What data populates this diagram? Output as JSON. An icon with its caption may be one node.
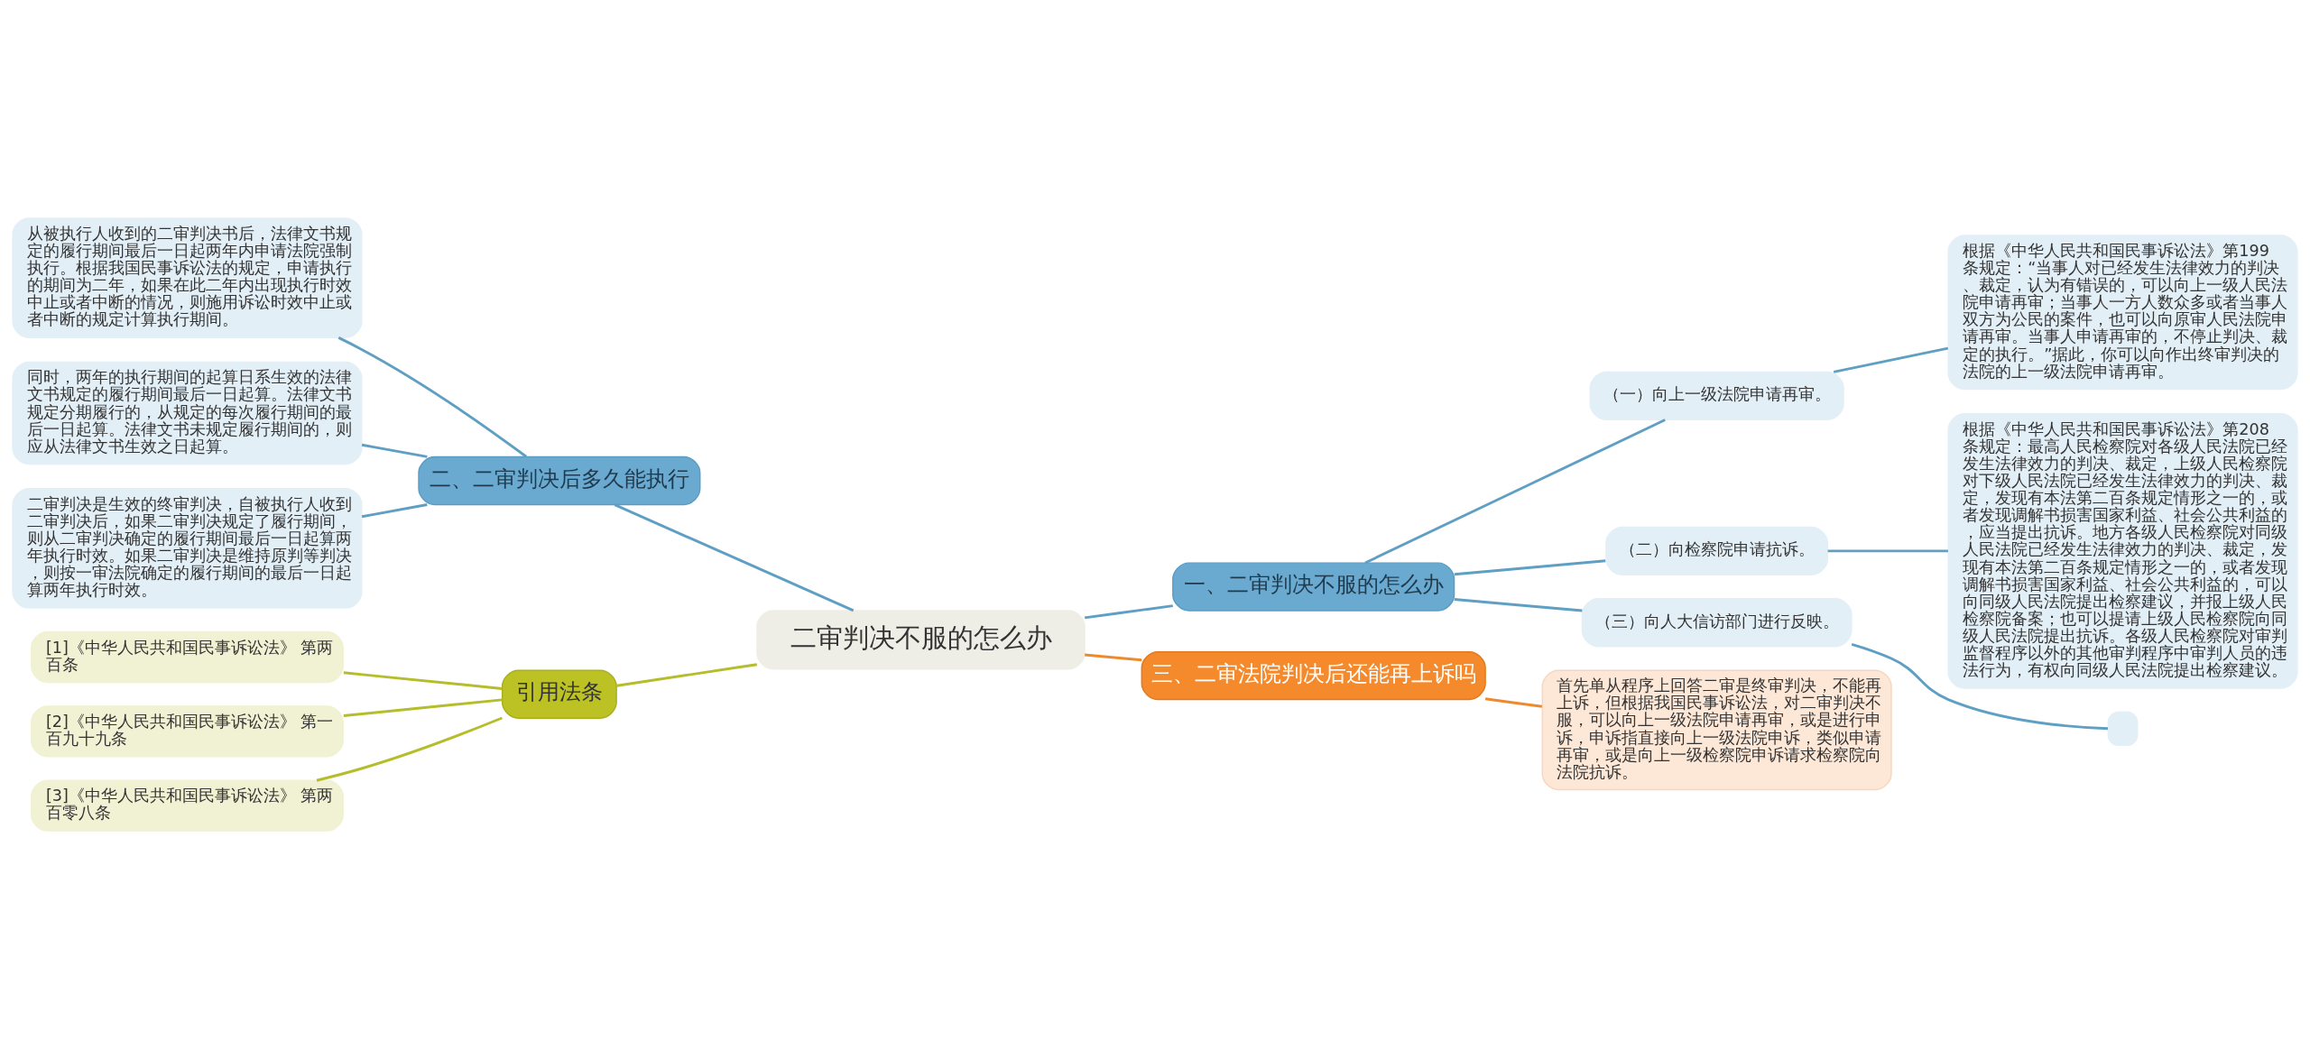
{
  "diagram": {
    "nodes": [
      {
        "text": [
          "二审判决不服的怎么办"
        ]
      },
      {
        "text": [
          "一、二审判决不服的怎么办"
        ]
      },
      {
        "text": [
          "（一）向上一级法院申请再审。"
        ]
      },
      {
        "text": [
          "根据《中华人民共和国民事诉讼法》第199条规定：“当事人对已经发生法律效力的判决、裁定，认为有错误的，可以向上一级人民法院申请再审；当事人一方人数众多或者当事人双方为公民的案件，也可以向原审人民法院申请再审。当事人申请再审的，不停止判决、裁定的执行。”据此，你可以向作出终审判决的法院的上一级法院申请再审。"
        ]
      },
      {
        "text": [
          "（二）向检察院申请抗诉。"
        ]
      },
      {
        "text": [
          "根据《中华人民共和国民事诉讼法》第208条规定：最高人民检察院对各级人民法院已经发生法律效力的判决、裁定，上级人民检察院对下级人民法院已经发生法律效力的判决、裁定，发现有本法第二百条规定情形之一的，或者发现调解书损害国家利益、社会公共利益的，应当提出抗诉。地方各级人民检察院对同级人民法院已经发生法律效力的判决、裁定，发现有本法第二百条规定情形之一的，或者发现调解书损害国家利益、社会公共利益的，可以向同级人民法院提出检察建议，并报上级人民检察院备案；也可以提请上级人民检察院向同级人民法院提出抗诉。各级人民检察院对审判监督程序以外的其他审判程序中审判人员的违法行为，有权向同级人民法院提出检察建议。"
        ]
      },
      {
        "text": [
          "（三）向人大信访部门进行反映。"
        ]
      },
      {
        "text": [],
        "shape": "box"
      },
      {
        "text": [
          "二、二审判决后多久能执行"
        ]
      },
      {
        "text": [
          "从被执行人收到的二审判决书后，法律文书规定的履行期间最后一日起两年内申请法院强制执行。根据我国民事诉讼法的规定，申请执行的期间为二年，如果在此二年内出现执行时效中止或者中断的情况，则施用诉讼时效中止或者中断的规定计算执行期间。"
        ]
      },
      {
        "text": [
          "同时，两年的执行期间的起算日系生效的法律文书规定的履行期间最后一日起算。法律文书规定分期履行的，从规定的每次履行期间的最后一日起算。法律文书未规定履行期间的，则应从法律文书生效之日起算。"
        ]
      },
      {
        "text": [
          "二审判决是生效的终审判决，自被执行人收到二审判决后，如果二审判决规定了履行期间，则从二审判决确定的履行期间最后一日起算两年执行时效。如果二审判决是维持原判等判决，则按一审法院确定的履行期间的最后一日起算两年执行时效。"
        ]
      },
      {
        "text": [
          "三、二审法院判决后还能再上诉吗"
        ]
      },
      {
        "text": [
          "首先单从程序上回答二审是终审判决，不能再上诉，但根据我国民事诉讼法，对二审判决不服，可以向上一级法院申请再审，或是进行申诉，申诉指直接向上一级法院申诉，类似申请再审，或是向上一级检察院申诉请求检察院向法院抗诉。"
        ]
      },
      {
        "text": [
          "引用法条"
        ]
      },
      {
        "text": [
          "[1]《中华人民共和国民事诉讼法》 第两百条"
        ]
      },
      {
        "text": [
          "[2]《中华人民共和国民事诉讼法》 第一百九十九条"
        ]
      },
      {
        "text": [
          "[3]《中华人民共和国民事诉讼法》 第两百零八条"
        ]
      }
    ],
    "edges": [
      {
        "from": 0,
        "to": 1,
        "arrow": "none"
      },
      {
        "from": 1,
        "to": 2,
        "arrow": "none"
      },
      {
        "from": 2,
        "to": 3,
        "arrow": "none"
      },
      {
        "from": 1,
        "to": 4,
        "arrow": "none"
      },
      {
        "from": 4,
        "to": 5,
        "arrow": "none"
      },
      {
        "from": 1,
        "to": 6,
        "arrow": "none"
      },
      {
        "from": 6,
        "to": 7,
        "arrow": "none"
      },
      {
        "from": 8,
        "to": 0,
        "arrow": "none"
      },
      {
        "from": 9,
        "to": 8,
        "arrow": "none"
      },
      {
        "from": 10,
        "to": 8,
        "arrow": "none"
      },
      {
        "from": 11,
        "to": 8,
        "arrow": "none"
      },
      {
        "from": 0,
        "to": 12,
        "arrow": "none",
        "color": "#ee8a2e"
      },
      {
        "from": 12,
        "to": 13,
        "arrow": "none",
        "color": "#ee8a2e"
      },
      {
        "from": 14,
        "to": 0,
        "arrow": "none",
        "color": "#b5bd2a"
      },
      {
        "from": 15,
        "to": 14,
        "arrow": "none",
        "color": "#b5bd2a"
      },
      {
        "from": 16,
        "to": 14,
        "arrow": "none",
        "color": "#b5bd2a"
      },
      {
        "from": 17,
        "to": 14,
        "arrow": "none",
        "color": "#b5bd2a"
      }
    ]
  }
}
